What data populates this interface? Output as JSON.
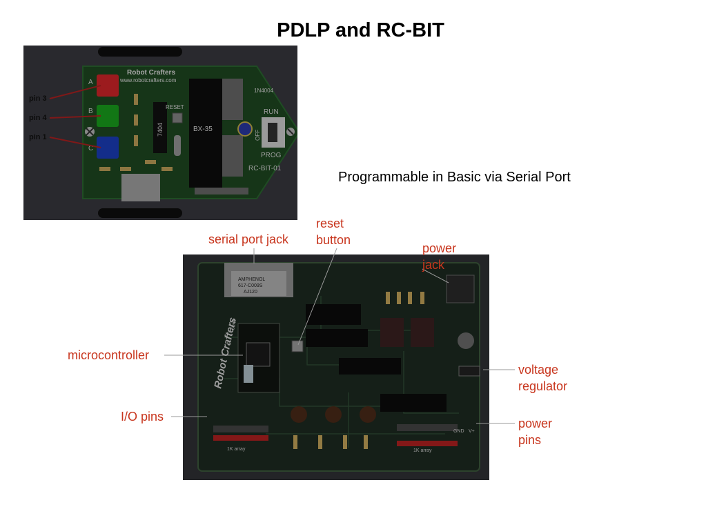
{
  "slide": {
    "title": "PDLP and RC-BIT",
    "caption": "Programmable in Basic via Serial Port"
  },
  "rcbit_photo": {
    "brand": "Robot Crafters",
    "url": "www.robotcrafters.com",
    "port_letters": [
      "A",
      "B",
      "C"
    ],
    "pin_labels": [
      "pin 3",
      "pin 4",
      "pin 1"
    ],
    "led_colors": [
      "#d8262a",
      "#1aa51e",
      "#1b3fc0"
    ],
    "reset": "RESET",
    "chip_7404": "7404",
    "chip_bx35": "BX-35",
    "diode": "1N4004",
    "run": "RUN",
    "off": "OFF",
    "prog": "PROG",
    "board_id": "RC-BIT-01"
  },
  "pdlp_photo": {
    "brand": "Robot Crafters",
    "brand_suffix": "com",
    "connector_lines": [
      "AMPHENOL",
      "617-C009S",
      "AJ120"
    ],
    "resistor_array_left": "1K array",
    "resistor_array_right": "1K array",
    "gnd": "GND",
    "vplus": "V+"
  },
  "callouts": {
    "serial_port_jack": "serial port jack",
    "reset_button_line1": "reset",
    "reset_button_line2": "button",
    "power_jack_line1": "power",
    "power_jack_line2": "jack",
    "microcontroller": "microcontroller",
    "voltage_regulator_line1": "voltage",
    "voltage_regulator_line2": "regulator",
    "io_pins": "I/O pins",
    "power_pins_line1": "power",
    "power_pins_line2": "pins"
  },
  "colors": {
    "callout_text": "#c8361e",
    "pcb_green_top": "#1f4a22",
    "pcb_green_bottom": "#1d2a20"
  }
}
